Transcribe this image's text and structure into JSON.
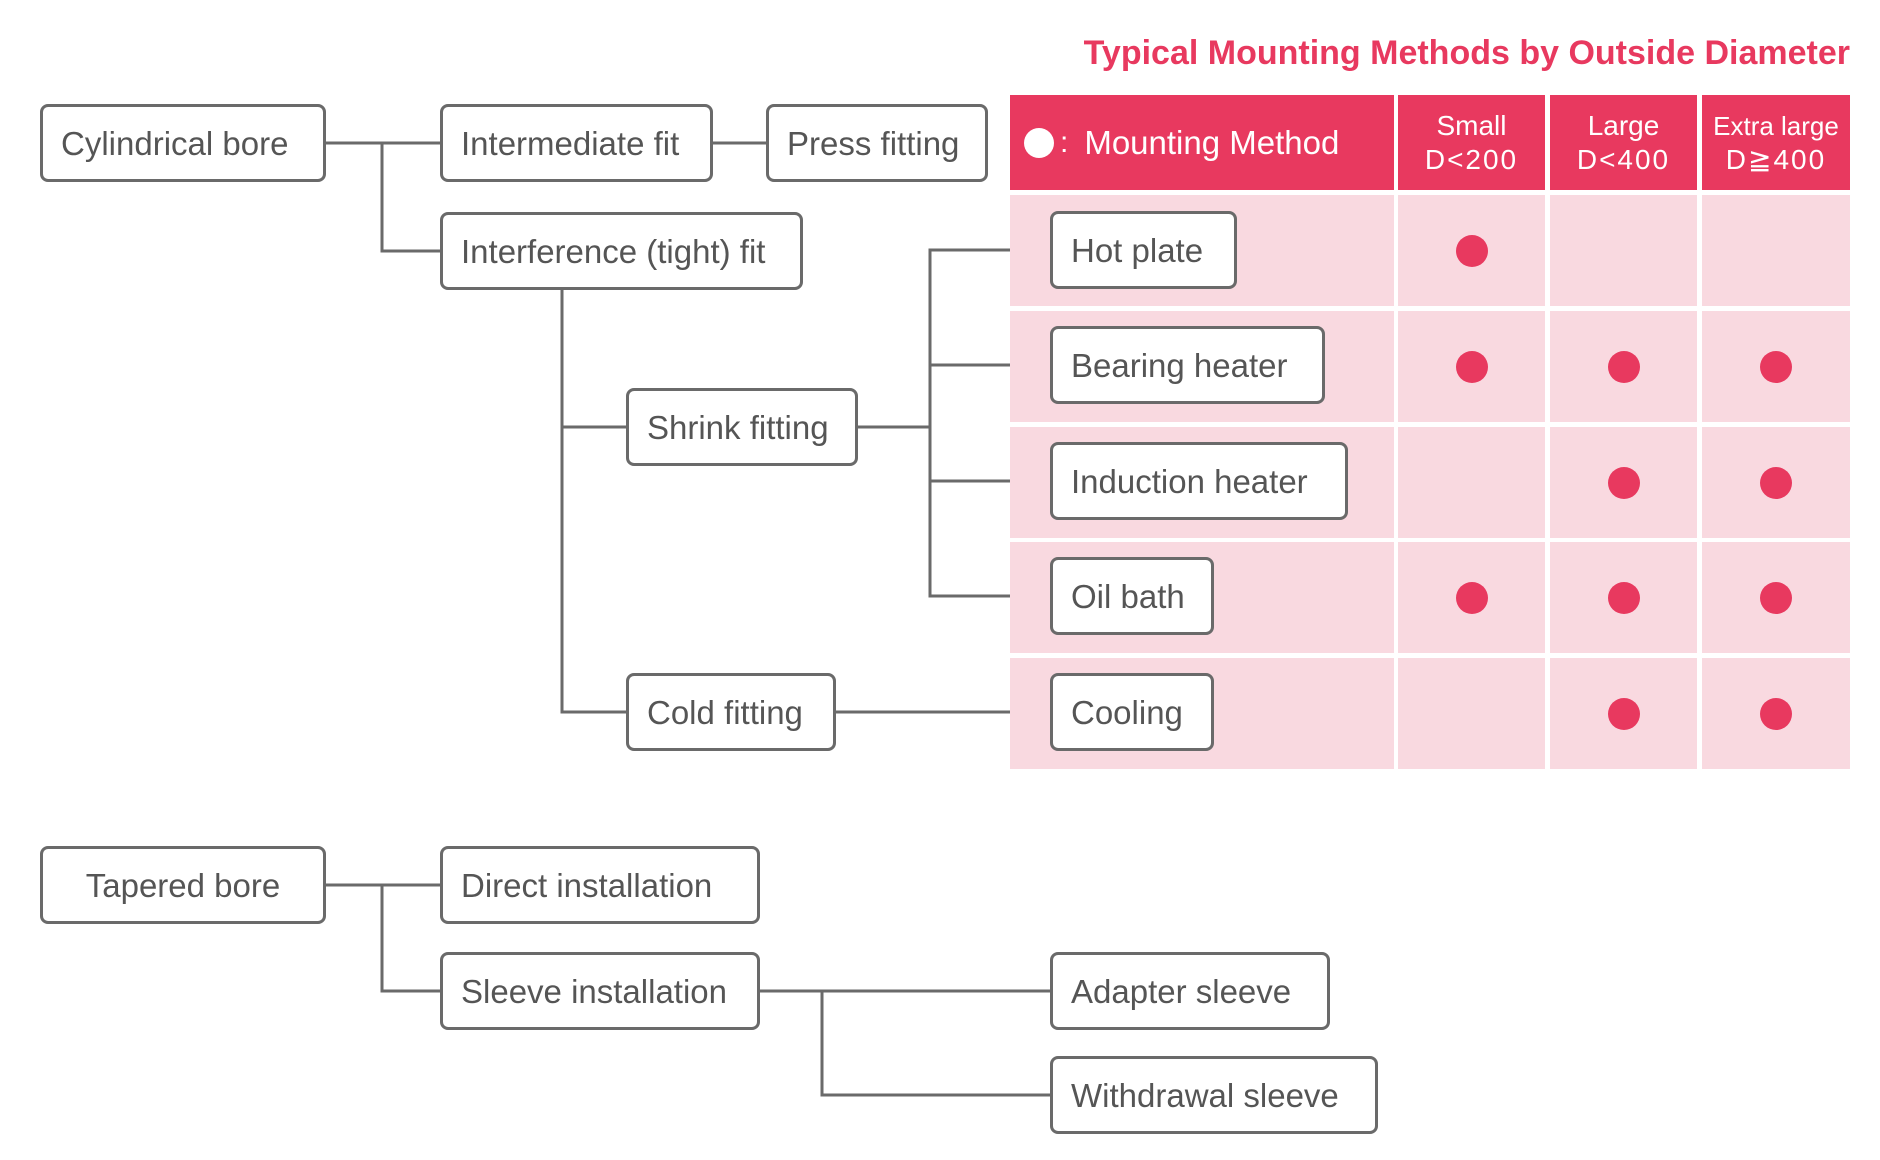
{
  "title": "Typical Mounting Methods by Outside Diameter",
  "colors": {
    "accent": "#e8395f",
    "cell_bg": "#f9d9e0",
    "node_border": "#6a6a6a",
    "text": "#555555"
  },
  "tree": {
    "cylindrical_bore": "Cylindrical bore",
    "intermediate_fit": "Intermediate fit",
    "press_fitting": "Press fitting",
    "interference_fit": "Interference (tight) fit",
    "shrink_fitting": "Shrink fitting",
    "cold_fitting": "Cold fitting",
    "tapered_bore": "Tapered bore",
    "direct_installation": "Direct installation",
    "sleeve_installation": "Sleeve installation",
    "adapter_sleeve": "Adapter sleeve",
    "withdrawal_sleeve": "Withdrawal sleeve"
  },
  "table": {
    "legend_colon": ":",
    "legend_label": "Mounting Method",
    "columns": [
      {
        "name": "Small",
        "range": "D<200"
      },
      {
        "name": "Large",
        "range": "D<400"
      },
      {
        "name": "Extra large",
        "range": "D≧400"
      }
    ],
    "rows": [
      {
        "method": "Hot plate",
        "marks": [
          true,
          false,
          false
        ]
      },
      {
        "method": "Bearing heater",
        "marks": [
          true,
          true,
          true
        ]
      },
      {
        "method": "Induction heater",
        "marks": [
          false,
          true,
          true
        ]
      },
      {
        "method": "Oil bath",
        "marks": [
          true,
          true,
          true
        ]
      },
      {
        "method": "Cooling",
        "marks": [
          false,
          true,
          true
        ]
      }
    ]
  }
}
